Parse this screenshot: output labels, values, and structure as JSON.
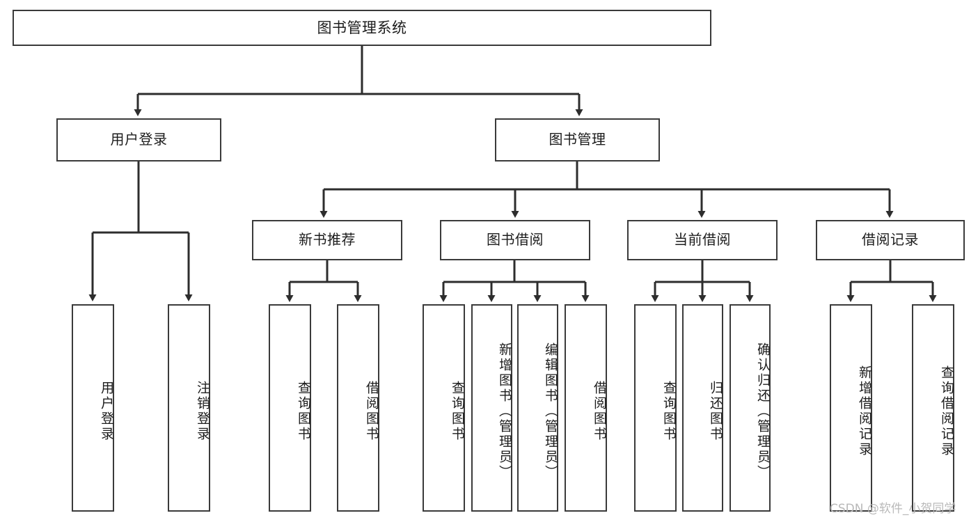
{
  "diagram": {
    "title": "图书管理系统",
    "type": "tree-hierarchy",
    "orientation": "top-down",
    "root": {
      "label": "图书管理系统"
    },
    "level2": [
      {
        "label": "用户登录"
      },
      {
        "label": "图书管理"
      }
    ],
    "level3": [
      {
        "label": "新书推荐"
      },
      {
        "label": "图书借阅"
      },
      {
        "label": "当前借阅"
      },
      {
        "label": "借阅记录"
      }
    ],
    "leaves": {
      "user_login": [
        {
          "label": "用户登录"
        },
        {
          "label": "注销登录"
        }
      ],
      "new_book_recommend": [
        {
          "label": "查询图书"
        },
        {
          "label": "借阅图书"
        }
      ],
      "book_borrow": [
        {
          "label": "查询图书"
        },
        {
          "label": "新增图书（管理员）"
        },
        {
          "label": "编辑图书（管理员）"
        },
        {
          "label": "借阅图书"
        }
      ],
      "current_borrow": [
        {
          "label": "查询图书"
        },
        {
          "label": "归还图书"
        },
        {
          "label": "确认归还（管理员）"
        }
      ],
      "borrow_record": [
        {
          "label": "新增借阅记录"
        },
        {
          "label": "查询借阅记录"
        }
      ]
    }
  },
  "watermark": {
    "text": "CSDN @软件_小贺同学"
  },
  "colors": {
    "box_border": "#3a3a3a",
    "connector": "#2d2d2d",
    "text": "#1c1c1c",
    "background": "#ffffff",
    "watermark": "#b9b9b9"
  }
}
